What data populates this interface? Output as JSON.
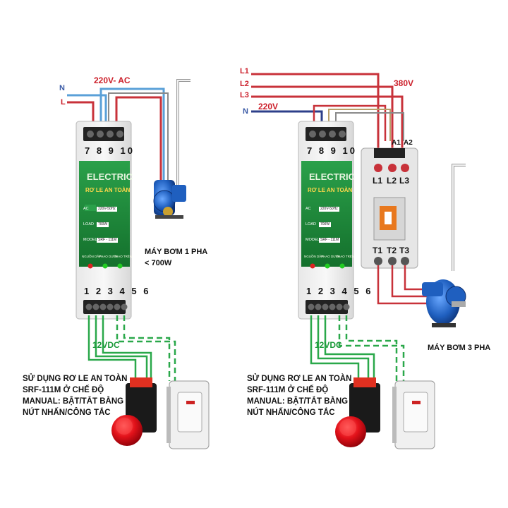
{
  "left": {
    "n_label": "N",
    "l_label": "L",
    "supply_label": "220V- AC",
    "top_terminals": "7 8 9 10",
    "bottom_terminals": "1 2 3 4 5 6",
    "dc_label": "12VDC",
    "pump_label_1": "MÁY BƠM 1 PHA",
    "pump_label_2": "< 700W",
    "note_1": "SỬ DỤNG RƠ LE AN TOÀN",
    "note_2": "SRF-111M Ở CHẾ ĐỘ",
    "note_3": "MANUAL: BẬT/TẮT BẰNG",
    "note_4": "NÚT NHẤN/CÔNG TẮC"
  },
  "right": {
    "l1_label": "L1",
    "l2_label": "L2",
    "l3_label": "L3",
    "n_label": "N",
    "supply_3p_label": "380V",
    "supply_1p_label": "220V",
    "top_terminals": "7 8 9 10",
    "bottom_terminals": "1 2 3 4 5 6",
    "dc_label": "12VDC",
    "contactor_a1": "A1",
    "contactor_a2": "A2",
    "contactor_l1": "L1",
    "contactor_l2": "L2",
    "contactor_l3": "L3",
    "contactor_t1": "T1",
    "contactor_t2": "T2",
    "contactor_t3": "T3",
    "pump_label": "MÁY BƠM 3 PHA",
    "note_1": "SỬ DỤNG RƠ LE AN TOÀN",
    "note_2": "SRF-111M Ở CHẾ ĐỘ",
    "note_3": "MANUAL: BẬT/TẮT BẰNG",
    "note_4": "NÚT NHẤN/CÔNG TẮC"
  },
  "relay": {
    "brand": "ELECTRIC",
    "name": "RƠ LE AN TOÀN",
    "spec_ac_key": "AC",
    "spec_ac_val": "220V-50Hz",
    "spec_load_key": "LOAD",
    "spec_load_val": "700W",
    "spec_model_key": "MODEL",
    "spec_model_val": "SRF - 111M",
    "led_1": "NGUỒN DẦY",
    "led_2": "PHAO DƯỚI",
    "led_3": "PHAO TRÊN"
  },
  "colors": {
    "wire_red": "#c8323a",
    "wire_blue": "#5aa0d8",
    "wire_grey": "#8a8a8a",
    "wire_tan": "#b89f6a",
    "wire_green": "#2aa84a",
    "wire_navy": "#2d3f8a",
    "relay_green": "#1f8a3a",
    "pump_blue": "#1f5fbf",
    "button_red": "#e0121a"
  },
  "icons": [
    "relay-module-icon",
    "single-phase-pump-icon",
    "three-phase-pump-icon",
    "contactor-icon",
    "push-button-icon",
    "switch-icon",
    "float-pipe-icon"
  ]
}
